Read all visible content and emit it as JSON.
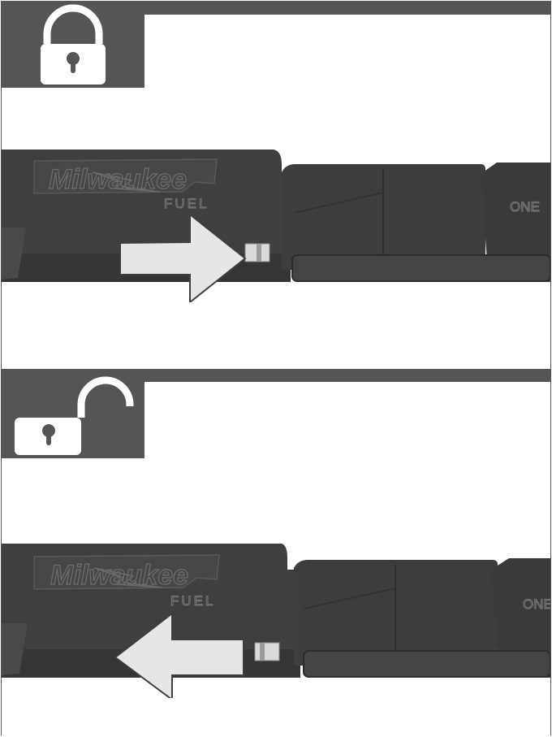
{
  "panels": [
    {
      "state": "locked",
      "lock_icon": "locked-padlock-icon",
      "arrow_direction": "right",
      "tool_brand_text": "Milwaukee",
      "tool_fuel_text": "FUEL",
      "tool_one_text": "ONE"
    },
    {
      "state": "unlocked",
      "lock_icon": "unlocked-padlock-icon",
      "arrow_direction": "left",
      "tool_brand_text": "Milwaukee",
      "tool_fuel_text": "FUEL",
      "tool_one_text": "ONE"
    }
  ],
  "colors": {
    "header_gray": "#555555",
    "tool_dark": "#3f3f3f",
    "arrow_fill": "#e6e6e6"
  }
}
